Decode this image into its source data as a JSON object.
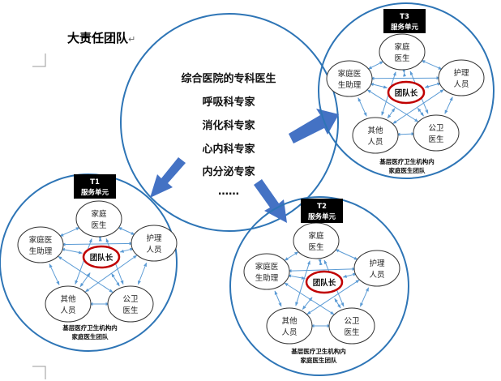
{
  "title": "大责任团队",
  "return_mark": "↵",
  "center": {
    "lines": [
      "综合医院的专科医生",
      "呼吸科专家",
      "消化科专家",
      "心内科专家",
      "内分泌专家",
      "……"
    ]
  },
  "units": [
    {
      "id": "T1",
      "header_line1": "T1",
      "header_line2": "服务单元",
      "caption_line1": "基层医疗卫生机构内",
      "caption_line2": "家庭医生团队",
      "leader": "团队长",
      "nodes": {
        "top": [
          "家庭",
          "医生"
        ],
        "left": [
          "家庭医",
          "生助理"
        ],
        "right": [
          "护理",
          "人员"
        ],
        "bottom_left": [
          "其他",
          "人员"
        ],
        "bottom_right": [
          "公卫",
          "医生"
        ]
      }
    },
    {
      "id": "T2",
      "header_line1": "T2",
      "header_line2": "服务单元",
      "caption_line1": "基层医疗卫生机构内",
      "caption_line2": "家庭医生团队",
      "leader": "团队长",
      "nodes": {
        "top": [
          "家庭",
          "医生"
        ],
        "left": [
          "家庭医",
          "生助理"
        ],
        "right": [
          "护理",
          "人员"
        ],
        "bottom_left": [
          "其他",
          "人员"
        ],
        "bottom_right": [
          "公卫",
          "医生"
        ]
      }
    },
    {
      "id": "T3",
      "header_line1": "T3",
      "header_line2": "服务单元",
      "caption_line1": "基层医疗卫生机构内",
      "caption_line2": "家庭医生团队",
      "leader": "团队长",
      "nodes": {
        "top": [
          "家庭",
          "医生"
        ],
        "left": [
          "家庭医",
          "生助理"
        ],
        "right": [
          "护理",
          "人员"
        ],
        "bottom_left": [
          "其他",
          "人员"
        ],
        "bottom_right": [
          "公卫",
          "医生"
        ]
      }
    }
  ],
  "colors": {
    "circle_stroke": "#2e75b6",
    "arrow_fill": "#4472c4",
    "connector": "#5b9bd5",
    "leader_ring": "#c00000",
    "header_bg": "#000000",
    "node_stroke": "#333333"
  }
}
